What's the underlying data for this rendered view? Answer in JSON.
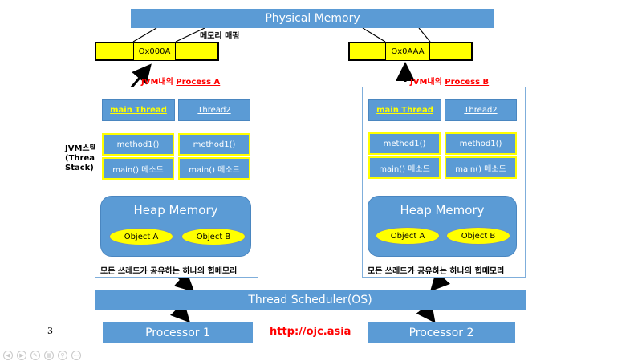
{
  "physical_memory": "Physical Memory",
  "memory_mapping_label": "메모리 매핑",
  "address_a": "Ox000A",
  "address_b": "Ox0AAA",
  "stack_label": "JVM스택\n(Thread\nStack)",
  "processes": [
    {
      "label_prefix": "JVM내의 ",
      "label_name": "Process A",
      "threads": [
        "main Thread",
        "Thread2"
      ],
      "stack": [
        "method1()",
        "main() 메소드"
      ],
      "heap_title": "Heap Memory",
      "objects": [
        "Object A",
        "Object B"
      ],
      "shared_heap_caption": "모든 쓰레드가 공유하는 하나의 힙메모리"
    },
    {
      "label_prefix": "JVM내의 ",
      "label_name": "Process B",
      "threads": [
        "main Thread",
        "Thread2"
      ],
      "stack": [
        "method1()",
        "main() 메소드"
      ],
      "heap_title": "Heap Memory",
      "objects": [
        "Object A",
        "Object B"
      ],
      "shared_heap_caption": "모든 쓰레드가 공유하는 하나의 힙메모리"
    }
  ],
  "scheduler": "Thread Scheduler(OS)",
  "processor_1": "Processor 1",
  "processor_2": "Processor 2",
  "url": "http://ojc.asia",
  "page_number": "3",
  "colors": {
    "box": "#5b9bd5",
    "highlight": "#ffff00",
    "label_red": "#ff0000"
  },
  "nav_icons": [
    "prev-icon",
    "next-icon",
    "pen-icon",
    "slides-icon",
    "zoom-icon",
    "more-icon"
  ]
}
